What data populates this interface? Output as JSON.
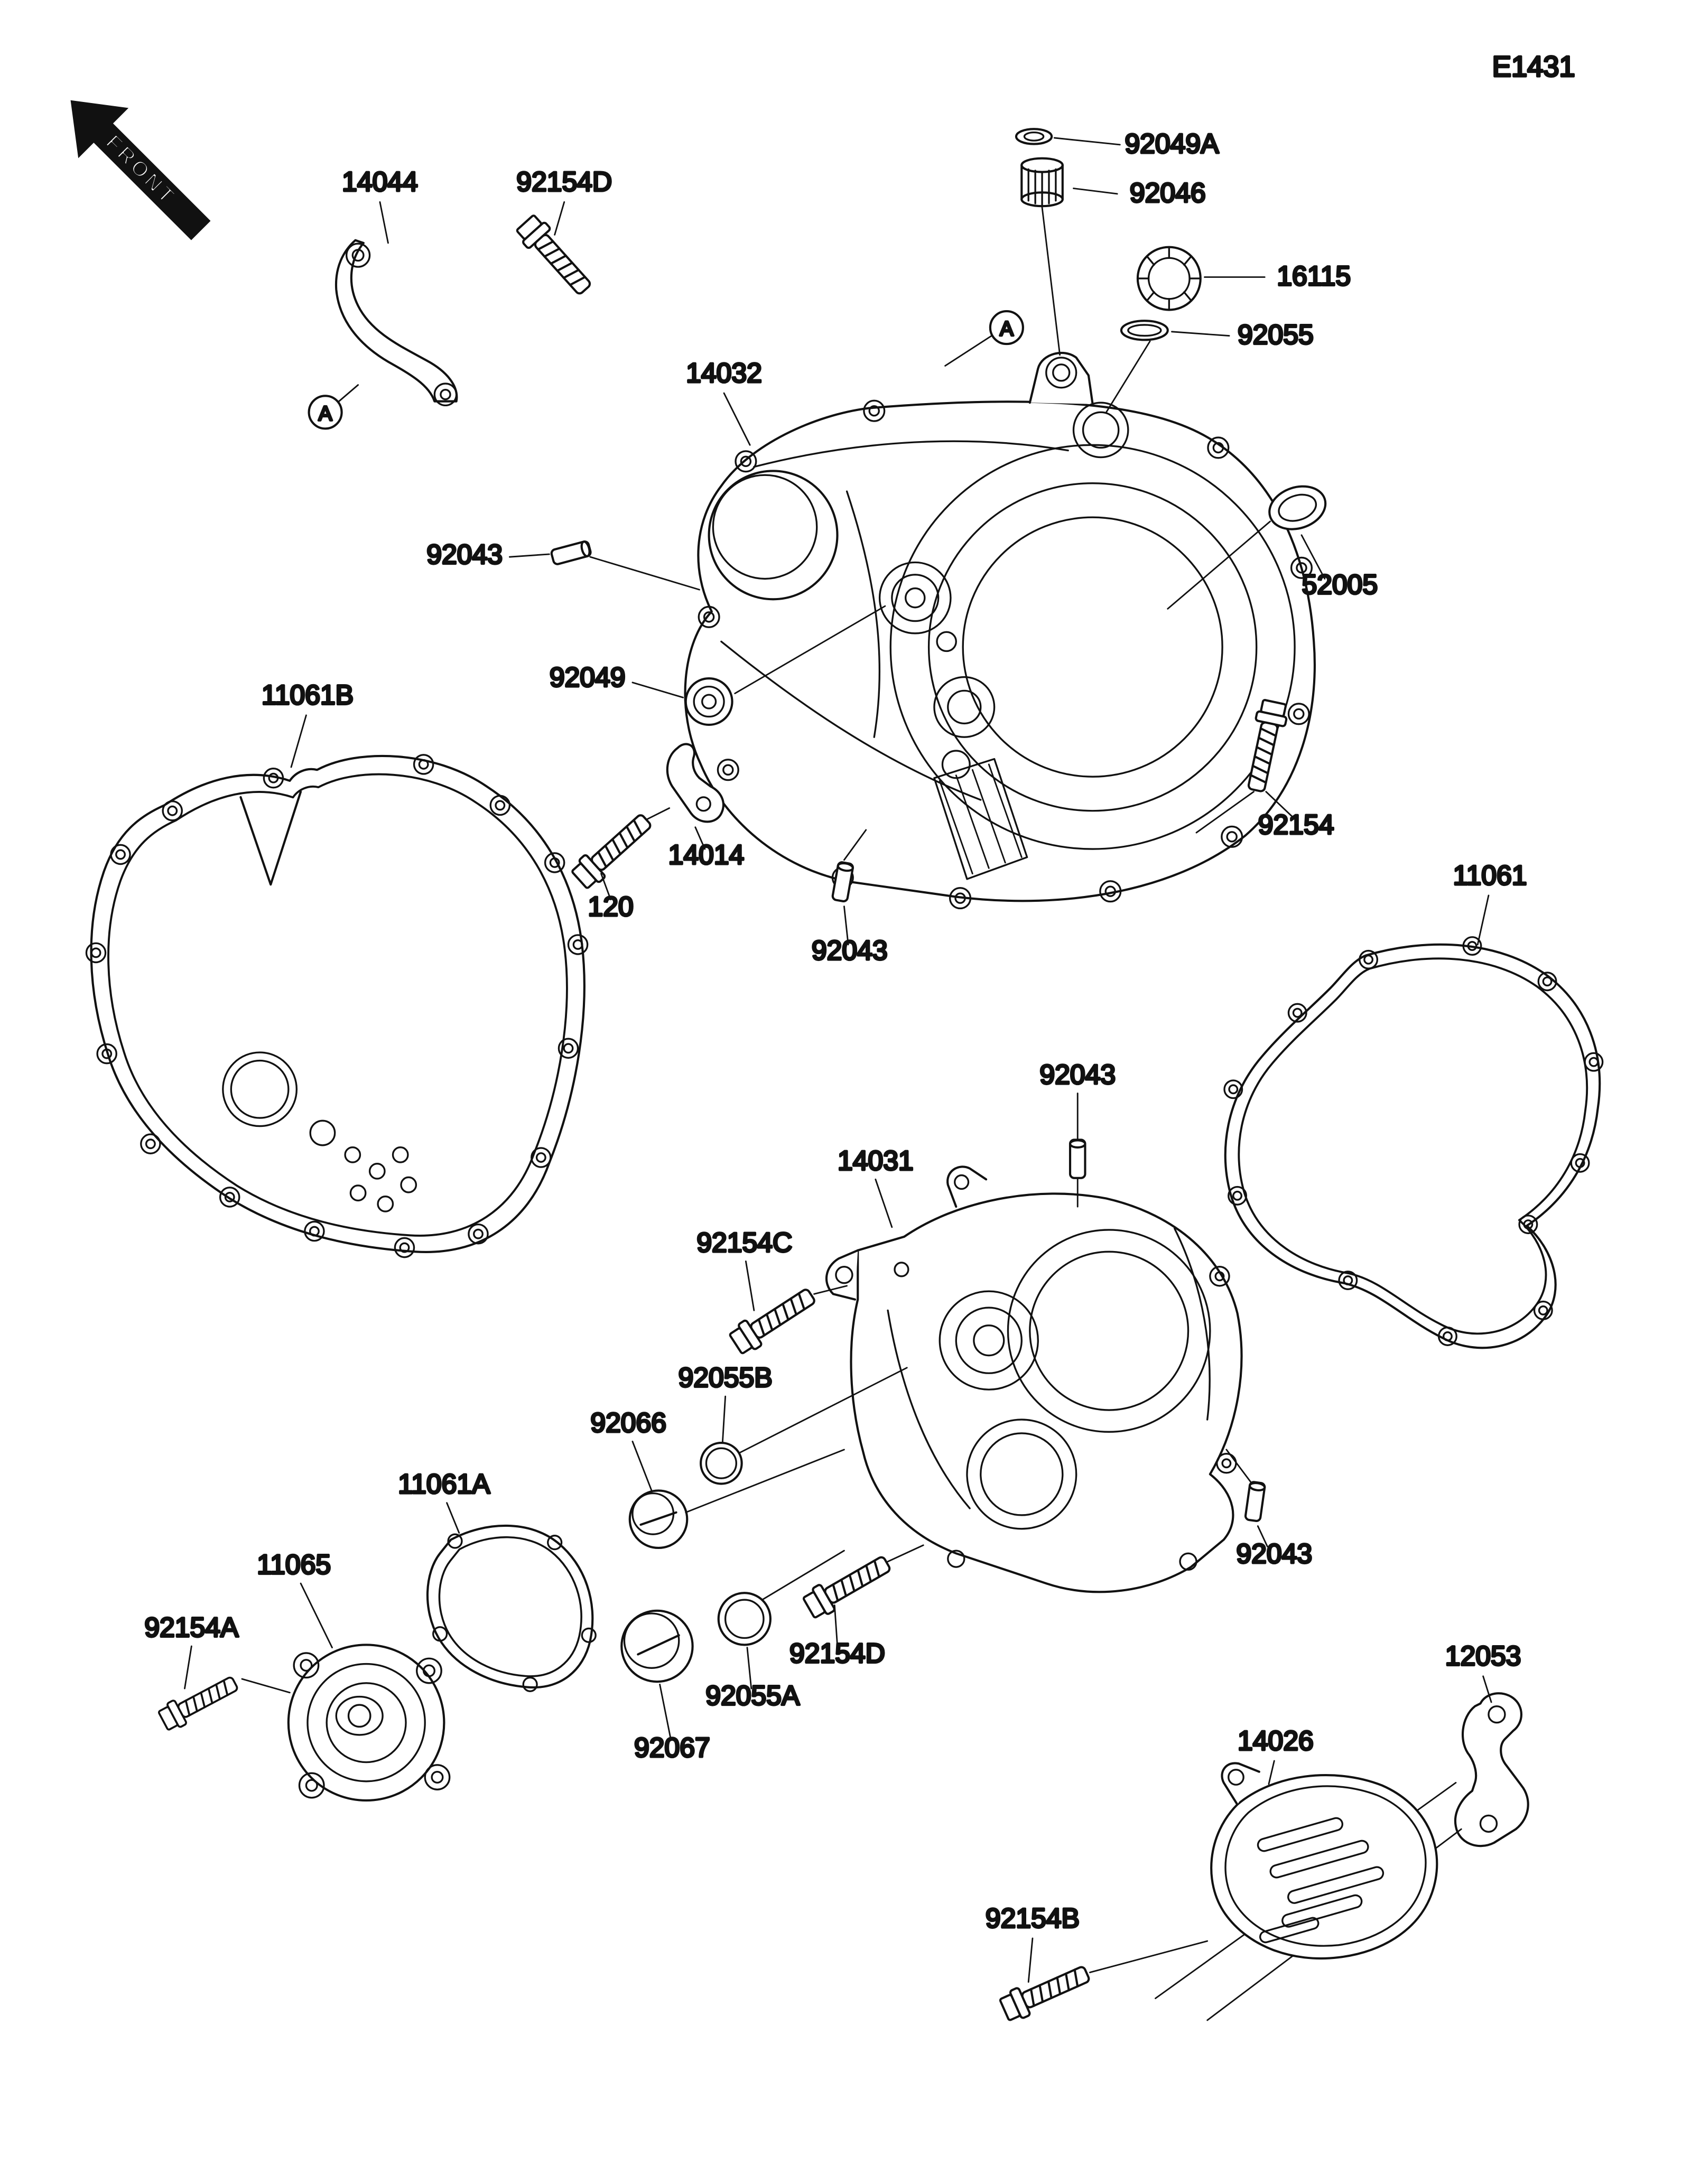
{
  "diagram": {
    "code": "E1431",
    "front": "FRONT",
    "ref_a": "A"
  },
  "labels": {
    "p14044": "14044",
    "p92154D": "92154D",
    "p92049A": "92049A",
    "p92046": "92046",
    "p16115": "16115",
    "p92055": "92055",
    "p14032": "14032",
    "p92043": "92043",
    "p52005": "52005",
    "p11061B": "11061B",
    "p92049": "92049",
    "p92154": "92154",
    "p14014": "14014",
    "p120": "120",
    "p11061": "11061",
    "p14031": "14031",
    "p92154C": "92154C",
    "p92055B": "92055B",
    "p92066": "92066",
    "p11061A": "11061A",
    "p11065": "11065",
    "p92154A": "92154A",
    "p92055A": "92055A",
    "p92067": "92067",
    "p12053": "12053",
    "p14026": "14026",
    "p92154B": "92154B"
  }
}
